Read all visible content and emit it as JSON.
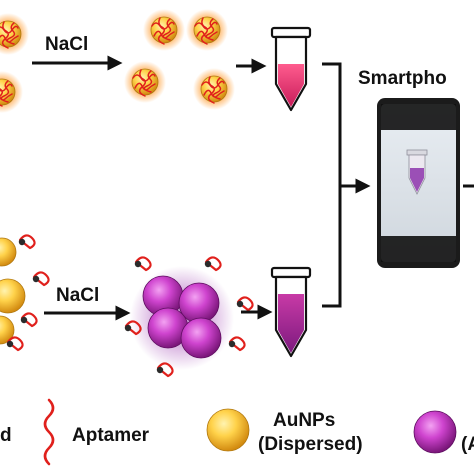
{
  "labels": {
    "nacl_top": "NaCl",
    "nacl_bottom": "NaCl",
    "smartphone": "Smartpho",
    "legend_partial_left": "d",
    "legend_aptamer": "Aptamer",
    "legend_aunps_line1": "AuNPs",
    "legend_aunps_line2": "(Dispersed)",
    "legend_partial_right": "(A"
  },
  "colors": {
    "gold_center": "#ffe27a",
    "gold_edge": "#d79a14",
    "glow": "#ffb05a",
    "purple_center": "#d35ad9",
    "purple_edge": "#7d1a7f",
    "purple_glow": "#c78ad0",
    "aptamer": "#e0201c",
    "tube_top": "#f03c78",
    "tube_bottom": "#b02c8c",
    "phone_screen_tube": "#9b4fb6",
    "arrow": "#111111"
  },
  "icons": [
    "dispersed-nanoparticle-icon",
    "aggregated-nanoparticle-icon",
    "test-tube-icon",
    "smartphone-icon",
    "aptamer-strand-icon"
  ]
}
